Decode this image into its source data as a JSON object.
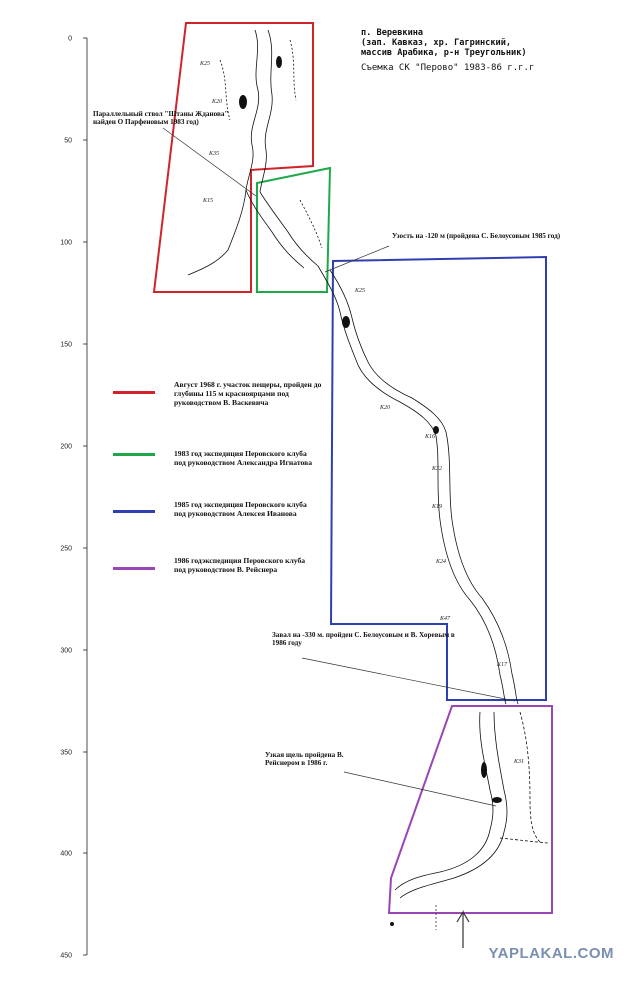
{
  "header": {
    "title_lines": [
      "п. Веревкина",
      "(зап. Кавказ, хр. Гагринский,",
      "массив Арабика, р-н Треугольник)"
    ],
    "survey": "Съемка СК \"Перово\" 1983-86 г.г.г"
  },
  "axis": {
    "ticks": [
      "0",
      "50",
      "100",
      "150",
      "200",
      "250",
      "300",
      "350",
      "400",
      "450"
    ]
  },
  "annotations": {
    "parallel_shaft": "Параллельный ствол \"Штаны Жданова\" найден О Парфеновым 1983 год)",
    "narrow_120": "Узость на -120 м (пройдена С. Белоусовым 1985 год)",
    "collapse_330": "Завал на -330 м. пройден С. Белоусовым и В. Хоревым в 1986 году",
    "crack": "Узкая щель пройдена В. Рейснером в 1986 г."
  },
  "legend": [
    {
      "color": "#d0242b",
      "text": "Август 1968 г. участок пещеры, пройден до глубины 115 м красноярцами под руководством В. Васкевича"
    },
    {
      "color": "#1fa84a",
      "text": "1983 год экспедиция Перовского клуба под руководством Александра Игнатова"
    },
    {
      "color": "#2f3fb0",
      "text": "1985 год экспедиция Перовского клуба под руководством Алексея Иванова"
    },
    {
      "color": "#9a45b5",
      "text": "1986 годэкспедиция Перовского клуба под руководством В. Рейснера"
    }
  ],
  "profile_labels": [
    "К25",
    "К20",
    "К35",
    "К15",
    "К25",
    "К20",
    "К16",
    "К32",
    "К19",
    "К24",
    "К47",
    "К17",
    "К31"
  ],
  "watermark": "YAPLAKAL.COM"
}
